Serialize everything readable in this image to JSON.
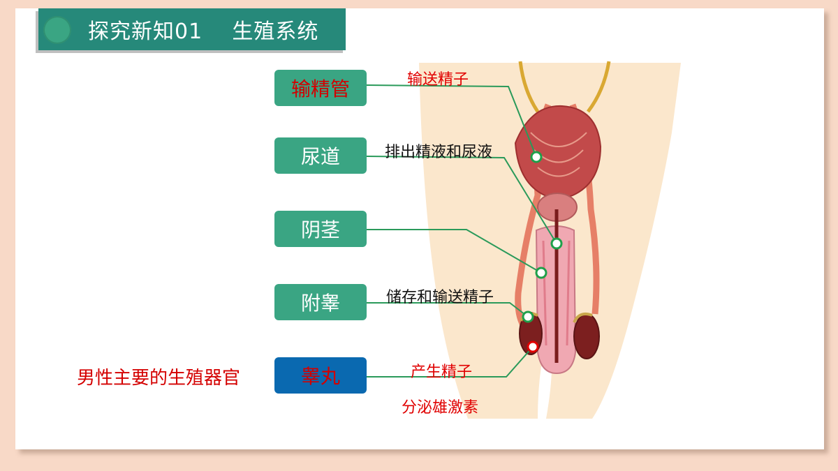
{
  "header": {
    "title": "探究新知01    生殖系统"
  },
  "parts": [
    {
      "label": "输精管",
      "function": "输送精子"
    },
    {
      "label": "尿道",
      "function": "排出精液和尿液"
    },
    {
      "label": "阴茎",
      "function": ""
    },
    {
      "label": "附睾",
      "function": "储存和输送精子"
    },
    {
      "label": "睾丸",
      "function": "产生精子",
      "function2": "分泌雄激素",
      "note": "男性主要的生殖器官"
    }
  ],
  "colors": {
    "accent_green": "#3aa583",
    "title_bar": "#26897a",
    "highlight_blue": "#0a69b0",
    "highlight_red": "#e00000"
  }
}
